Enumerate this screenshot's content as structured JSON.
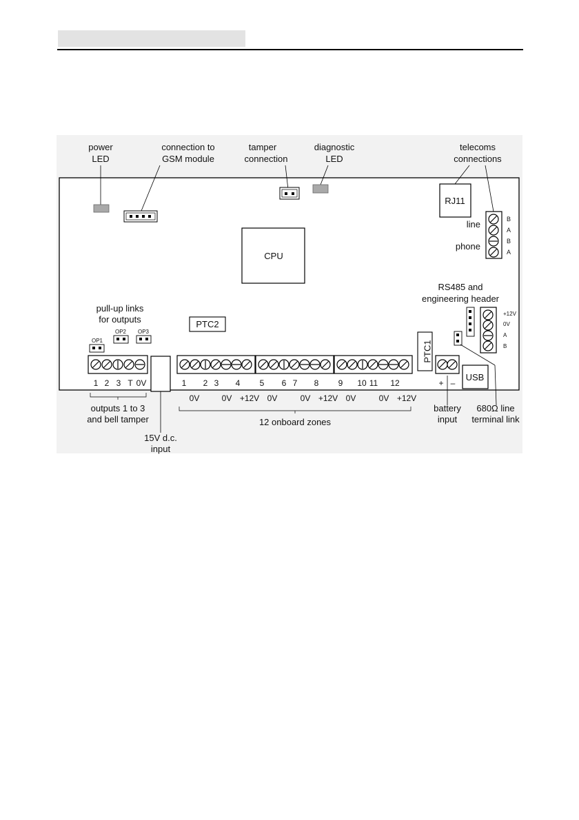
{
  "header": {
    "bar_color": "#e3e3e3"
  },
  "labels": {
    "power_led": [
      "power",
      "LED"
    ],
    "gsm": [
      "connection to",
      "GSM module"
    ],
    "tamper": [
      "tamper",
      "connection"
    ],
    "diag_led": [
      "diagnostic",
      "LED"
    ],
    "telecoms": [
      "telecoms",
      "connections"
    ],
    "rj11": "RJ11",
    "line": "line",
    "phone": "phone",
    "telecom_pins": [
      "B",
      "A",
      "B",
      "A"
    ],
    "cpu": "CPU",
    "rs485": [
      "RS485 and",
      "engineering header"
    ],
    "rs485_pins": [
      "+12V",
      "0V",
      "A",
      "B"
    ],
    "pullup": [
      "pull-up links",
      "for outputs"
    ],
    "op": [
      "OP1",
      "OP2",
      "OP3"
    ],
    "ptc2": "PTC2",
    "ptc1": "PTC1",
    "usb": "USB",
    "output_terms": [
      "1",
      "2",
      "3",
      "T",
      "0V"
    ],
    "zone_top": [
      "1",
      "2",
      "3",
      "4",
      "5",
      "6",
      "7",
      "8",
      "9",
      "10",
      "11",
      "12"
    ],
    "zone_bottom": [
      "0V",
      "0V",
      "+12V",
      "0V",
      "0V",
      "+12V",
      "0V",
      "0V",
      "+12V"
    ],
    "battery_pol": [
      "+",
      "–"
    ],
    "outputs_caption": [
      "outputs 1 to 3",
      "and bell tamper"
    ],
    "dc_caption": [
      "15V d.c.",
      "input"
    ],
    "zones_caption": "12  onboard zones",
    "battery_caption": [
      "battery",
      "input"
    ],
    "line_link_caption": [
      "680Ω line",
      "terminal link"
    ]
  },
  "colors": {
    "led": "#a9a9a9",
    "board": "#ffffff",
    "background": "#f2f2f2"
  }
}
